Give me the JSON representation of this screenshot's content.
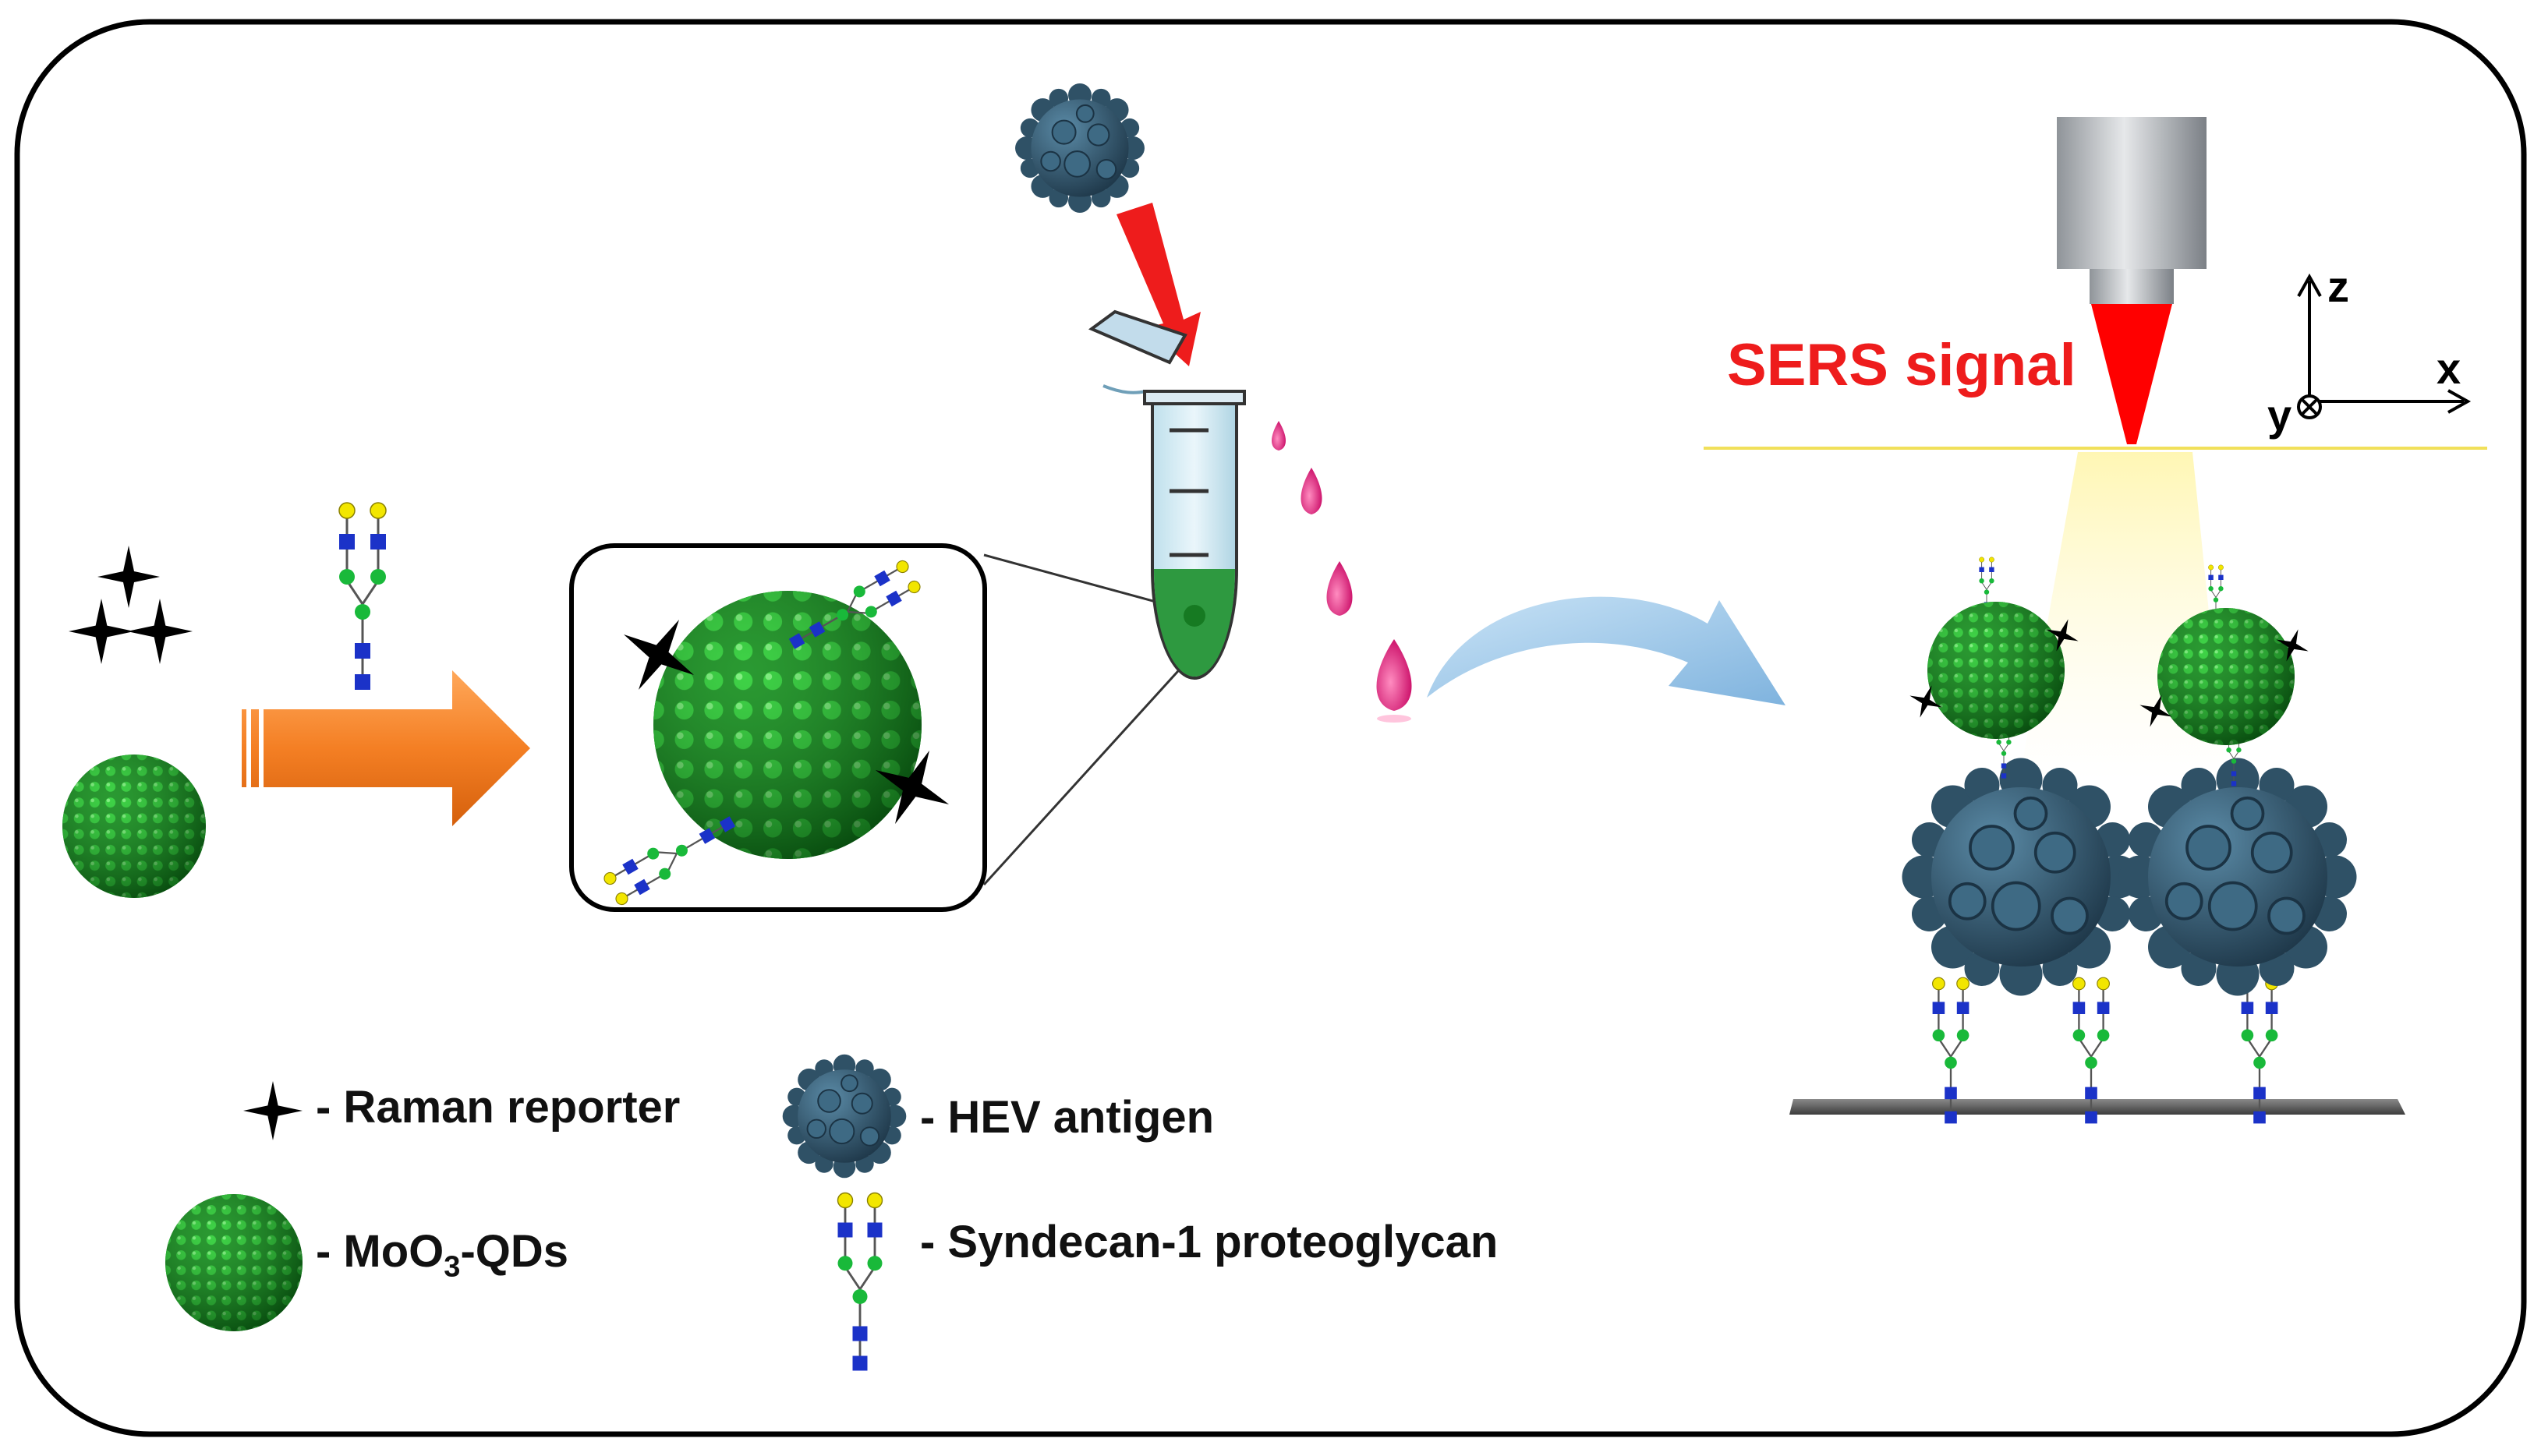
{
  "sers_label": "SERS signal",
  "axes": {
    "z": "z",
    "x": "x",
    "y": "y"
  },
  "legend": {
    "raman": "- Raman reporter",
    "moo3_prefix": "- MoO",
    "moo3_sub": "3",
    "moo3_suffix": "-QDs",
    "hev": "- HEV antigen",
    "syndecan": "- Syndecan-1 proteoglycan"
  },
  "colors": {
    "frame": "#000000",
    "qd_green": "#1f9a2a",
    "virus_blue": "#2f5166",
    "process_arrow": "#f47f24",
    "pointer_arrow": "#ee1c1c",
    "drop": "#e0217a",
    "laser": "#ff0000",
    "glycan_yellow": "#f2e600",
    "glycan_green": "#19b93a",
    "glycan_blue": "#1b32c8",
    "sers_text": "#ee1c1c"
  }
}
